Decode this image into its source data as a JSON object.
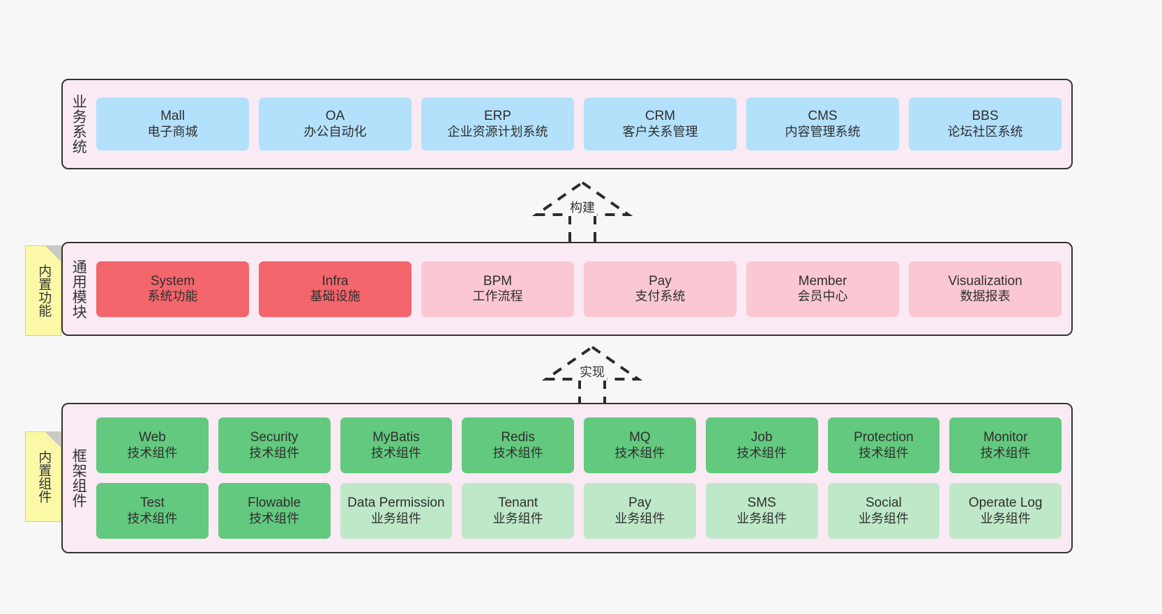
{
  "diagram": {
    "background_color": "#f7f7f7",
    "panel_color": "#f9eaf4",
    "panel_border_color": "#333333"
  },
  "layers": {
    "business": {
      "title": "业务系统",
      "color": "#b3e0fb",
      "cards": [
        {
          "en": "Mall",
          "cn": "电子商城"
        },
        {
          "en": "OA",
          "cn": "办公自动化"
        },
        {
          "en": "ERP",
          "cn": "企业资源计划系统"
        },
        {
          "en": "CRM",
          "cn": "客户关系管理"
        },
        {
          "en": "CMS",
          "cn": "内容管理系统"
        },
        {
          "en": "BBS",
          "cn": "论坛社区系统"
        }
      ]
    },
    "module": {
      "title": "通用模块",
      "note": "内置功能",
      "color_primary": "#f3666c",
      "color_secondary": "#fbc7d2",
      "cards": [
        {
          "en": "System",
          "cn": "系统功能",
          "variant": "primary"
        },
        {
          "en": "Infra",
          "cn": "基础设施",
          "variant": "primary"
        },
        {
          "en": "BPM",
          "cn": "工作流程",
          "variant": "secondary"
        },
        {
          "en": "Pay",
          "cn": "支付系统",
          "variant": "secondary"
        },
        {
          "en": "Member",
          "cn": "会员中心",
          "variant": "secondary"
        },
        {
          "en": "Visualization",
          "cn": "数据报表",
          "variant": "secondary"
        }
      ]
    },
    "framework": {
      "title": "框架组件",
      "note": "内置组件",
      "color_primary": "#63c97e",
      "color_secondary": "#bee8c8",
      "row1": [
        {
          "en": "Web",
          "cn": "技术组件",
          "variant": "primary"
        },
        {
          "en": "Security",
          "cn": "技术组件",
          "variant": "primary"
        },
        {
          "en": "MyBatis",
          "cn": "技术组件",
          "variant": "primary"
        },
        {
          "en": "Redis",
          "cn": "技术组件",
          "variant": "primary"
        },
        {
          "en": "MQ",
          "cn": "技术组件",
          "variant": "primary"
        },
        {
          "en": "Job",
          "cn": "技术组件",
          "variant": "primary"
        },
        {
          "en": "Protection",
          "cn": "技术组件",
          "variant": "primary"
        },
        {
          "en": "Monitor",
          "cn": "技术组件",
          "variant": "primary"
        }
      ],
      "row2": [
        {
          "en": "Test",
          "cn": "技术组件",
          "variant": "primary"
        },
        {
          "en": "Flowable",
          "cn": "技术组件",
          "variant": "primary"
        },
        {
          "en": "Data Permission",
          "cn": "业务组件",
          "variant": "secondary"
        },
        {
          "en": "Tenant",
          "cn": "业务组件",
          "variant": "secondary"
        },
        {
          "en": "Pay",
          "cn": "业务组件",
          "variant": "secondary"
        },
        {
          "en": "SMS",
          "cn": "业务组件",
          "variant": "secondary"
        },
        {
          "en": "Social",
          "cn": "业务组件",
          "variant": "secondary"
        },
        {
          "en": "Operate Log",
          "cn": "业务组件",
          "variant": "secondary"
        }
      ]
    }
  },
  "connectors": [
    {
      "label": "构建",
      "style": "dashed-generalization",
      "direction": "up"
    },
    {
      "label": "实现",
      "style": "dashed-generalization",
      "direction": "up"
    }
  ]
}
